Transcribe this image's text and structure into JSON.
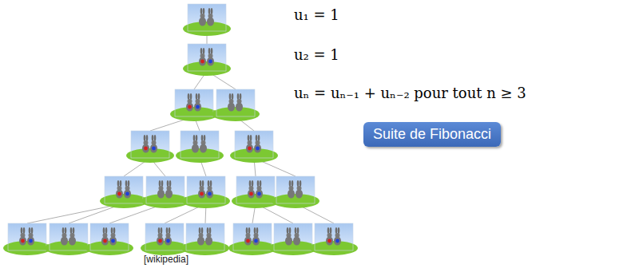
{
  "diagram": {
    "nodes": [
      {
        "text": [
          "Suite de Fibonacci"
        ]
      }
    ],
    "labels": [
      "u₁ = 1",
      "u₂ = 1",
      "uₙ = uₙ₋₁ + uₙ₋₂ pour tout n ≥ 3",
      "[wikipedia]"
    ]
  }
}
